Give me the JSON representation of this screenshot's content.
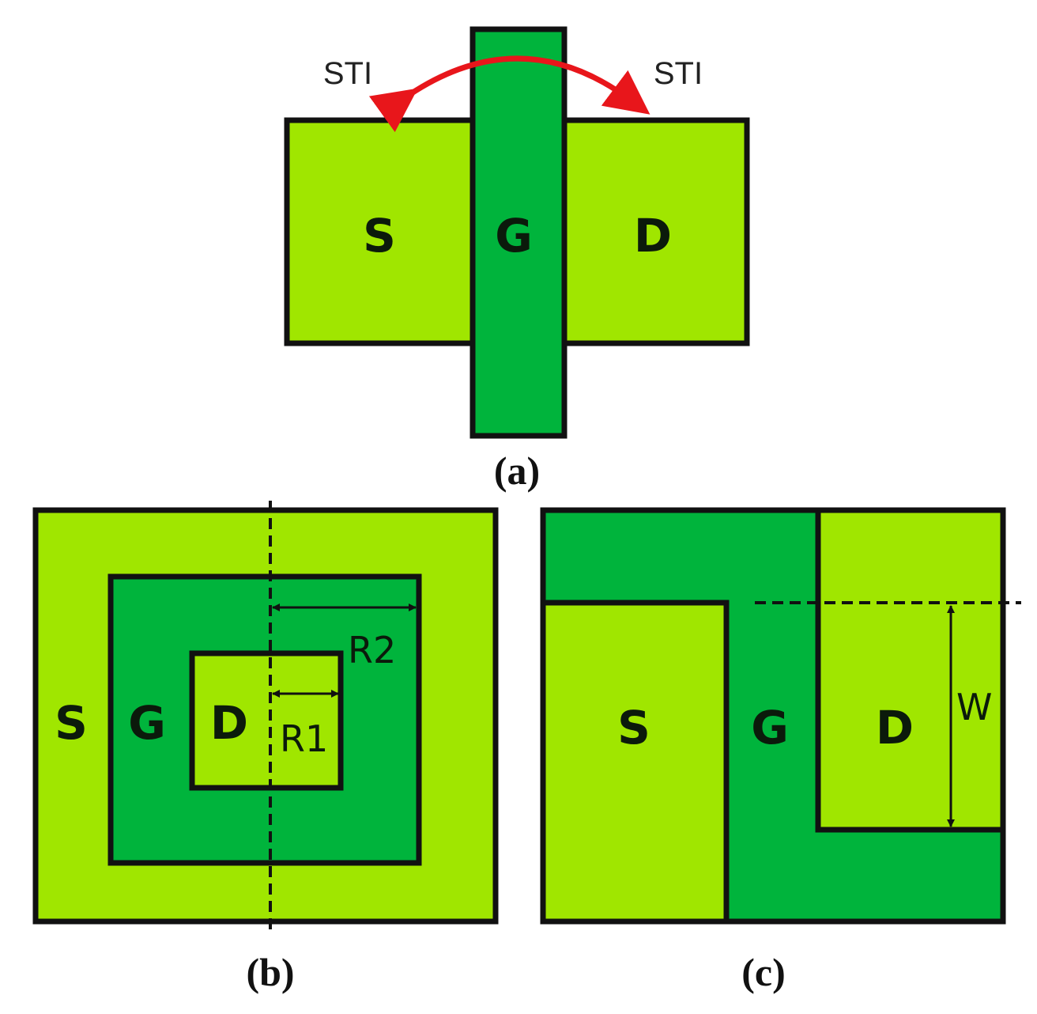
{
  "colors": {
    "light_green": "#a0e600",
    "dark_green": "#00b43c",
    "outline": "#111111",
    "arrow_red": "#e8161b"
  },
  "panel_a": {
    "sti_left": "STI",
    "sti_right": "STI",
    "source": "S",
    "gate": "G",
    "drain": "D",
    "caption": "(a)"
  },
  "panel_b": {
    "source": "S",
    "gate": "G",
    "drain": "D",
    "r1": "R1",
    "r2": "R2",
    "caption": "(b)"
  },
  "panel_c": {
    "source": "S",
    "gate": "G",
    "drain": "D",
    "width": "W",
    "caption": "(c)"
  }
}
